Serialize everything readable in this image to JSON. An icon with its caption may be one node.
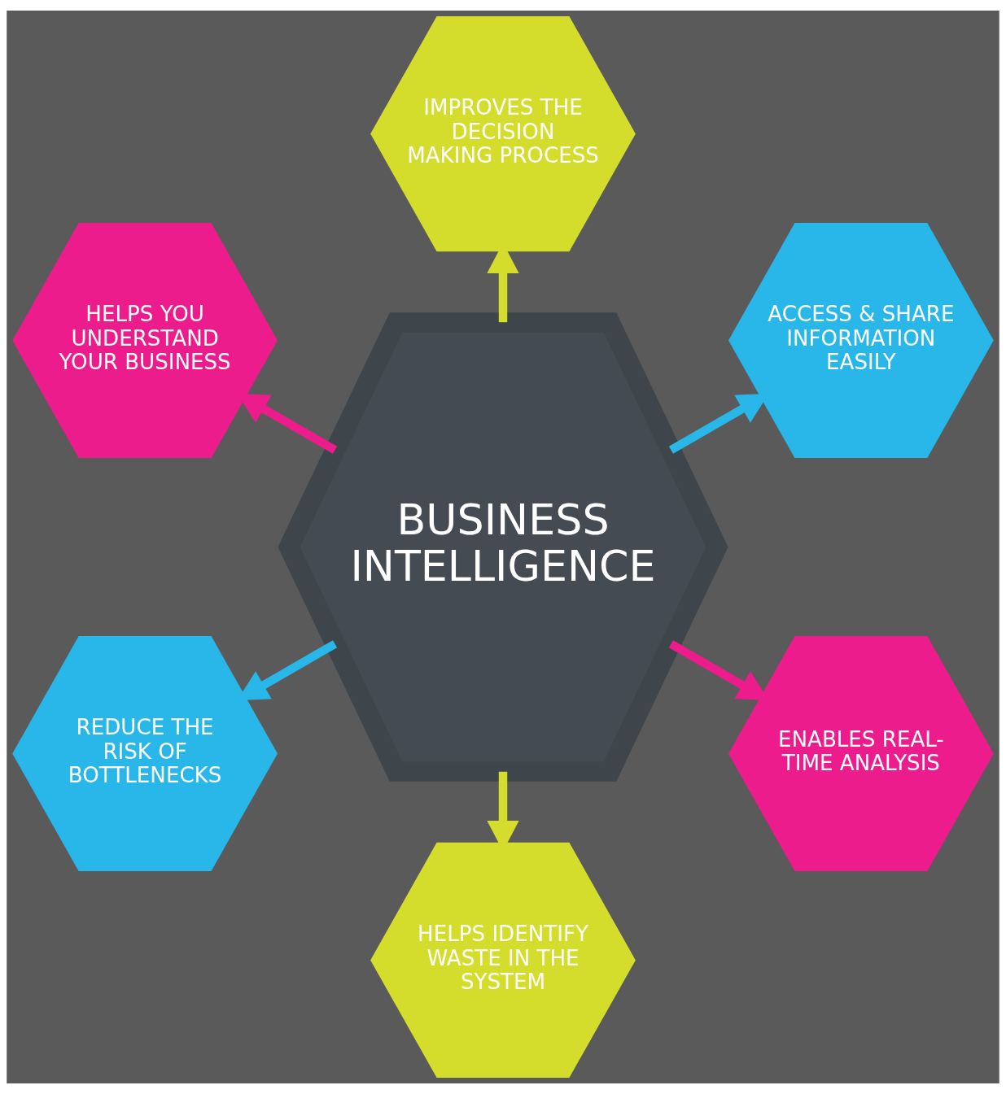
{
  "diagram": {
    "nodes": [
      {
        "text": [
          "BUSINESS INTELLIGENCE"
        ]
      },
      {
        "text": [
          "IMPROVES THE DECISION MAKING PROCESS"
        ]
      },
      {
        "text": [
          "HELPS YOU UNDERSTAND YOUR BUSINESS"
        ]
      },
      {
        "text": [
          "ACCESS & SHARE INFORMATION EASILY"
        ]
      },
      {
        "text": [
          "REDUCE THE RISK OF BOTTLENECKS"
        ]
      },
      {
        "text": [
          "ENABLES REAL-TIME ANALYSIS"
        ]
      },
      {
        "text": [
          "HELPS IDENTIFY WASTE IN THE SYSTEM"
        ]
      }
    ],
    "edges": [
      {
        "from": 0,
        "to": 1,
        "arrow": "to",
        "color": "#d4dc2c"
      },
      {
        "from": 0,
        "to": 3,
        "arrow": "to",
        "color": "#29b6e8"
      },
      {
        "from": 0,
        "to": 5,
        "arrow": "to",
        "color": "#ec1c8c"
      },
      {
        "from": 0,
        "to": 6,
        "arrow": "to",
        "color": "#d4dc2c"
      },
      {
        "from": 0,
        "to": 4,
        "arrow": "to",
        "color": "#29b6e8"
      },
      {
        "from": 0,
        "to": 2,
        "arrow": "to",
        "color": "#ec1c8c"
      }
    ]
  }
}
